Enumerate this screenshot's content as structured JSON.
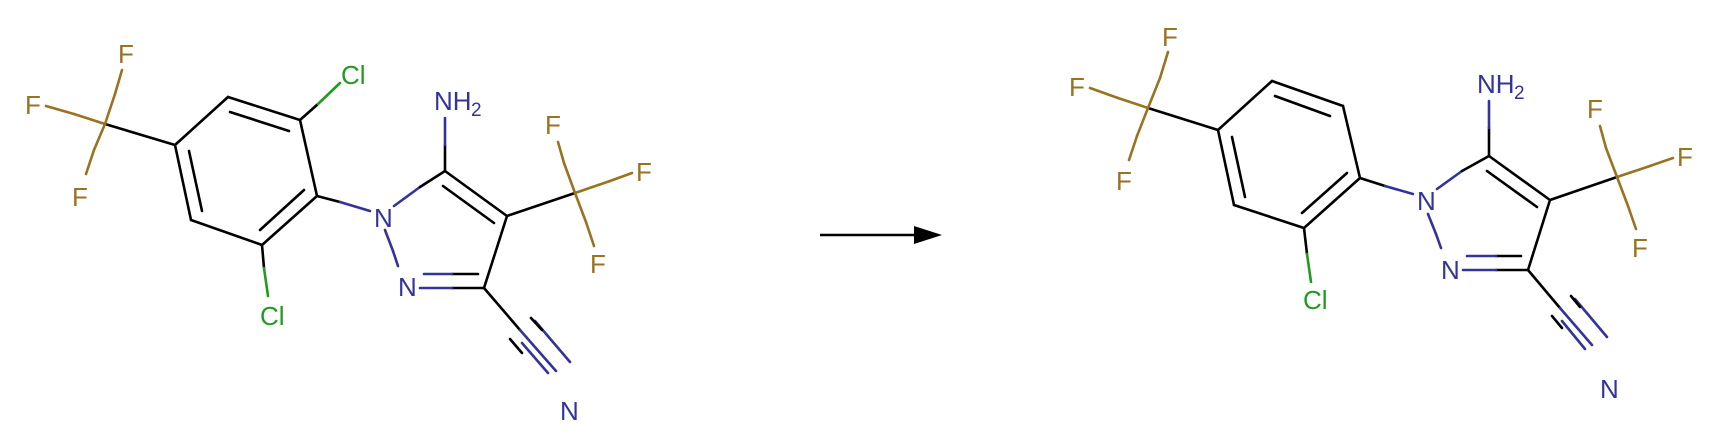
{
  "colors": {
    "bond": "#000000",
    "N": "#33339a",
    "F": "#9a7220",
    "Cl": "#229a22"
  },
  "reactant": {
    "atoms": {
      "F": "F",
      "Cl": "Cl",
      "N": "N",
      "NH2": "NH",
      "NH2_sub": "2"
    }
  },
  "arrow": {
    "direction": "forward"
  },
  "product": {
    "atoms": {
      "F": "F",
      "Cl": "Cl",
      "N": "N",
      "NH2": "NH",
      "NH2_sub": "2"
    }
  }
}
